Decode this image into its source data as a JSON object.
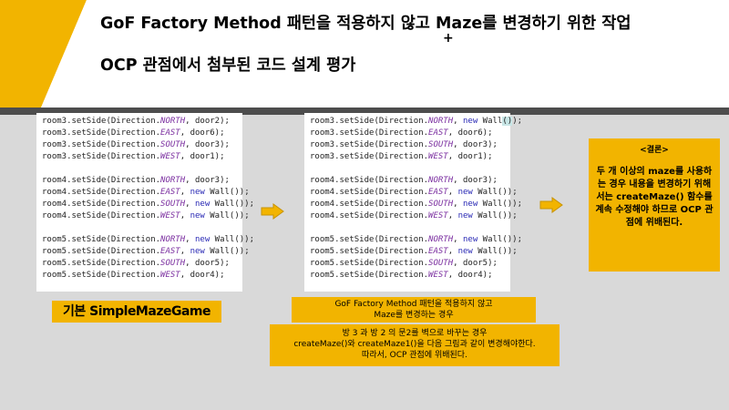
{
  "title": {
    "line1": "GoF Factory Method 패턴을 적용하지 않고 Maze를 변경하기 위한 작업",
    "plus": "+",
    "line2": "OCP 관점에서 첨부된 코드 설계 평가"
  },
  "code_left": {
    "lines": [
      [
        "room3.setSide(Direction.",
        "NORTH",
        ", door2);"
      ],
      [
        "room3.setSide(Direction.",
        "EAST",
        ", door6);"
      ],
      [
        "room3.setSide(Direction.",
        "SOUTH",
        ", door3);"
      ],
      [
        "room3.setSide(Direction.",
        "WEST",
        ", door1);"
      ],
      null,
      [
        "room4.setSide(Direction.",
        "NORTH",
        ", door3);"
      ],
      [
        "room4.setSide(Direction.",
        "EAST",
        ", ",
        "new",
        " Wall());"
      ],
      [
        "room4.setSide(Direction.",
        "SOUTH",
        ", ",
        "new",
        " Wall());"
      ],
      [
        "room4.setSide(Direction.",
        "WEST",
        ", ",
        "new",
        " Wall());"
      ],
      null,
      [
        "room5.setSide(Direction.",
        "NORTH",
        ", ",
        "new",
        " Wall());"
      ],
      [
        "room5.setSide(Direction.",
        "EAST",
        ", ",
        "new",
        " Wall());"
      ],
      [
        "room5.setSide(Direction.",
        "SOUTH",
        ", door5);"
      ],
      [
        "room5.setSide(Direction.",
        "WEST",
        ", door4);"
      ]
    ]
  },
  "code_right": {
    "lines": [
      [
        "room3.setSide(Direction.",
        "NORTH",
        ", ",
        "new",
        " Wall",
        "()",
        ");"
      ],
      [
        "room3.setSide(Direction.",
        "EAST",
        ", door6);"
      ],
      [
        "room3.setSide(Direction.",
        "SOUTH",
        ", door3);"
      ],
      [
        "room3.setSide(Direction.",
        "WEST",
        ", door1);"
      ],
      null,
      [
        "room4.setSide(Direction.",
        "NORTH",
        ", door3);"
      ],
      [
        "room4.setSide(Direction.",
        "EAST",
        ", ",
        "new",
        " Wall());"
      ],
      [
        "room4.setSide(Direction.",
        "SOUTH",
        ", ",
        "new",
        " Wall());"
      ],
      [
        "room4.setSide(Direction.",
        "WEST",
        ", ",
        "new",
        " Wall());"
      ],
      null,
      [
        "room5.setSide(Direction.",
        "NORTH",
        ", ",
        "new",
        " Wall());"
      ],
      [
        "room5.setSide(Direction.",
        "EAST",
        ", ",
        "new",
        " Wall());"
      ],
      [
        "room5.setSide(Direction.",
        "SOUTH",
        ", door5);"
      ],
      [
        "room5.setSide(Direction.",
        "WEST",
        ", door4);"
      ]
    ]
  },
  "labels": {
    "simple": "기본 SimpleMazeGame",
    "gof_line1": "GoF Factory Method 패턴을 적용하지 않고",
    "gof_line2": "Maze를 변경하는 경우",
    "desc_line1": "방 3 과 방 2 의 문2를 벽으로 바꾸는 경우",
    "desc_line2": "createMaze()와 createMaze1()을 다음 그림과 같이 변경해야한다.",
    "desc_line3": "따라서, OCP 관점에 위배된다."
  },
  "conclusion": {
    "head": "<결론>",
    "body": "두 개 이상의 maze를 사용하는 경우 내용을 변경하기 위해서는 createMaze() 함수를 계속 수정해야 하므로 OCP 관점에 위배된다."
  },
  "colors": {
    "accent": "#f2b400",
    "dark": "#4d4d4d",
    "background": "#d9d9d9"
  }
}
